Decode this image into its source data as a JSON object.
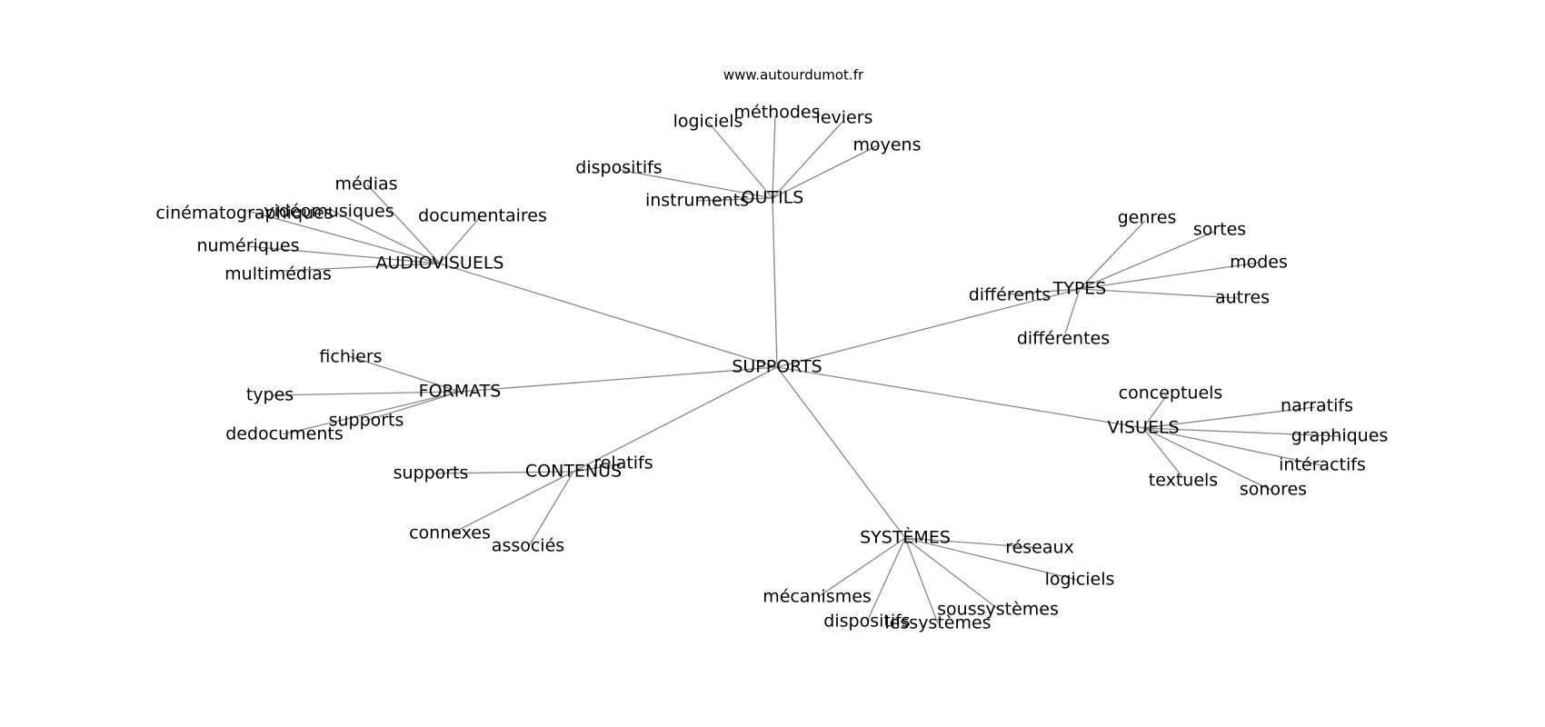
{
  "header": {
    "watermark": "www.autourdumot.fr"
  },
  "colors": {
    "edge": "#888888",
    "text": "#000000",
    "background": "#ffffff"
  },
  "graph": {
    "root": "SUPPORTS",
    "groups": [
      {
        "hub": "OUTILS",
        "leaves": [
          "logiciels",
          "méthodes",
          "leviers",
          "moyens",
          "dispositifs",
          "instruments"
        ]
      },
      {
        "hub": "AUDIOVISUELS",
        "leaves": [
          "médias",
          "cinématographiques",
          "vidéomusiques",
          "documentaires",
          "numériques",
          "multimédias"
        ]
      },
      {
        "hub": "TYPES",
        "leaves": [
          "genres",
          "sortes",
          "modes",
          "différents",
          "autres",
          "différentes"
        ]
      },
      {
        "hub": "FORMATS",
        "leaves": [
          "fichiers",
          "types",
          "supports",
          "dedocuments"
        ]
      },
      {
        "hub": "VISUELS",
        "leaves": [
          "conceptuels",
          "narratifs",
          "graphiques",
          "intéractifs",
          "textuels",
          "sonores"
        ]
      },
      {
        "hub": "CONTENUS",
        "leaves": [
          "relatifs",
          "supports",
          "connexes",
          "associés"
        ]
      },
      {
        "hub": "SYSTÈMES",
        "leaves": [
          "réseaux",
          "logiciels",
          "mécanismes",
          "soussystèmes",
          "dispositifs",
          "lessystèmes"
        ]
      }
    ]
  }
}
